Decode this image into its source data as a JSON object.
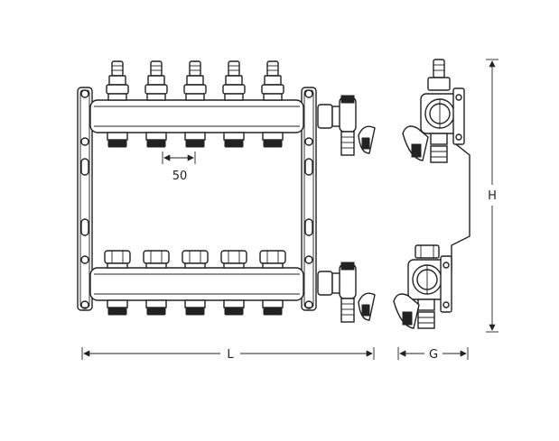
{
  "dimensions": {
    "spacing": "50",
    "length": "L",
    "height": "H",
    "depth": "G"
  },
  "outlet_count": 5
}
